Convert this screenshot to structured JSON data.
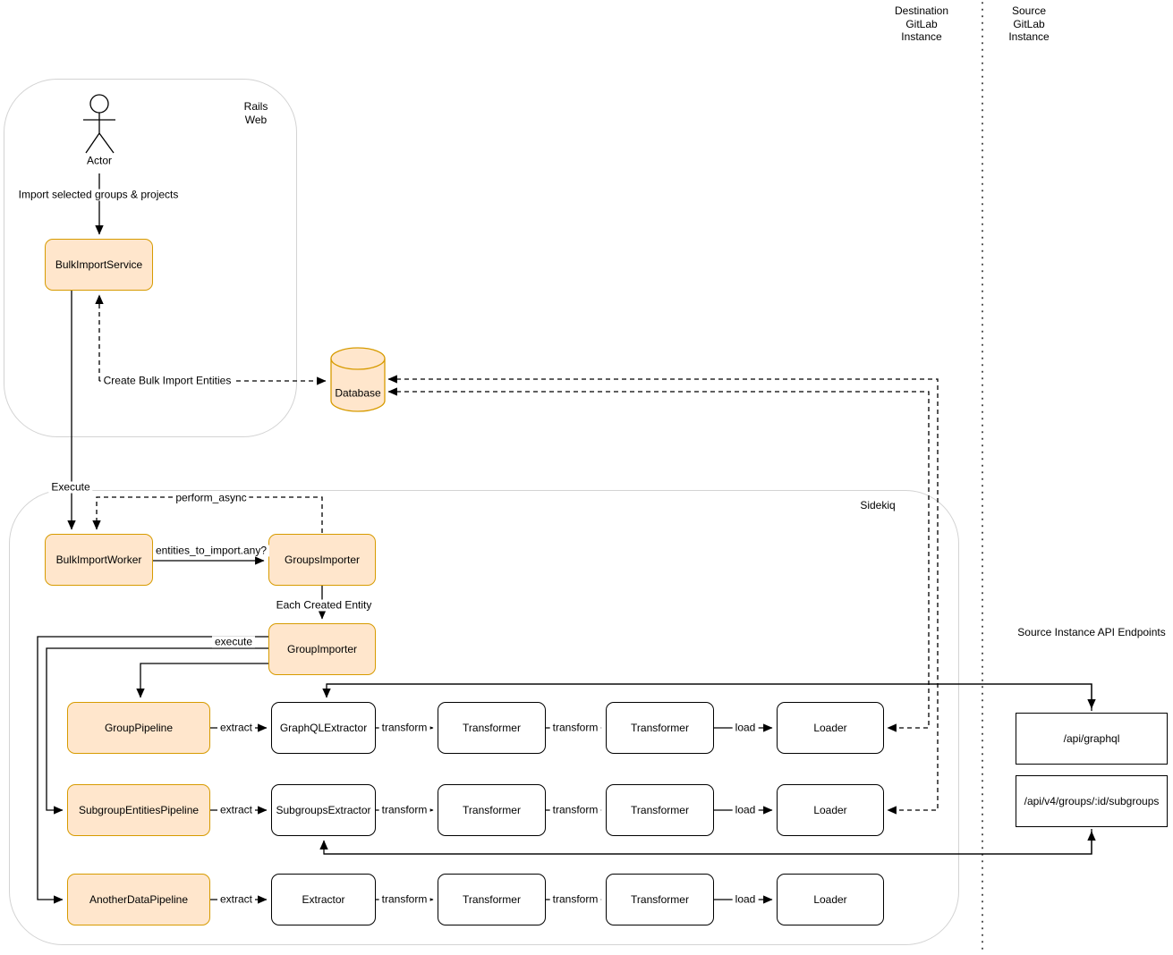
{
  "lanes": {
    "destination": "Destination\nGitLab\nInstance",
    "source": "Source\nGitLab\nInstance"
  },
  "rails": {
    "label": "Rails\nWeb",
    "actor": "Actor",
    "import_arrow": "Import selected groups & projects",
    "service": "BulkImportService"
  },
  "database": {
    "label": "Database",
    "create_entities": "Create Bulk Import Entities"
  },
  "sidekiq": {
    "label": "Sidekiq",
    "execute": "Execute",
    "perform_async": "perform_async",
    "worker": "BulkImportWorker",
    "entities_any": "entities_to_import.any?",
    "groups_importer": "GroupsImporter",
    "each_entity": "Each Created Entity",
    "group_importer": "GroupImporter",
    "execute2": "execute"
  },
  "rows": [
    {
      "pipeline": "GroupPipeline",
      "extractor": "GraphQLExtractor",
      "transformer1": "Transformer",
      "transformer2": "Transformer",
      "loader": "Loader",
      "extract": "extract",
      "transform1": "transform",
      "transform2": "transform",
      "load": "load"
    },
    {
      "pipeline": "SubgroupEntitiesPipeline",
      "extractor": "SubgroupsExtractor",
      "transformer1": "Transformer",
      "transformer2": "Transformer",
      "loader": "Loader",
      "extract": "extract",
      "transform1": "transform",
      "transform2": "transform",
      "load": "load"
    },
    {
      "pipeline": "AnotherDataPipeline",
      "extractor": "Extractor",
      "transformer1": "Transformer",
      "transformer2": "Transformer",
      "loader": "Loader",
      "extract": "extract",
      "transform1": "transform",
      "transform2": "transform",
      "load": "load"
    }
  ],
  "api": {
    "heading": "Source Instance API Endpoints",
    "endpoints": [
      "/api/graphql",
      "/api/v4/groups/:id/subgroups"
    ]
  },
  "colors": {
    "node_fill": "#FFE6CC",
    "node_stroke": "#D79B00",
    "line": "#000000",
    "container_stroke": "#d3d3d3"
  }
}
